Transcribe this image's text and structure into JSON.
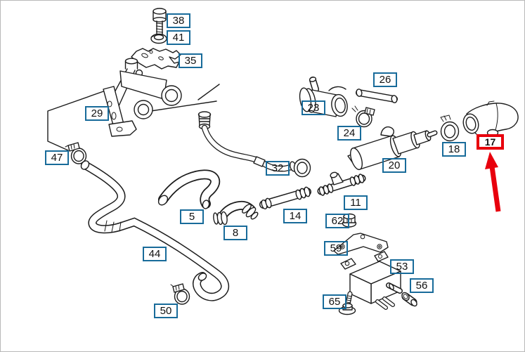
{
  "diagram": {
    "type": "exploded-parts-diagram",
    "description": "Exploded view of coolant hoses, pipes, clamps, fittings and vacuum valve with numbered callouts",
    "highlighted_part": "17",
    "colors": {
      "label_border": "#186b9a",
      "highlight": "#e8000d",
      "line": "#1c1c1c",
      "background": "#ffffff"
    },
    "labels": {
      "38": "38",
      "41": "41",
      "35": "35",
      "29": "29",
      "47": "47",
      "23": "23",
      "26": "26",
      "24": "24",
      "32": "32",
      "20": "20",
      "18": "18",
      "17": "17",
      "5": "5",
      "8": "8",
      "14": "14",
      "11": "11",
      "62": "62",
      "59": "59",
      "53": "53",
      "56": "56",
      "65": "65",
      "44": "44",
      "50": "50"
    }
  }
}
